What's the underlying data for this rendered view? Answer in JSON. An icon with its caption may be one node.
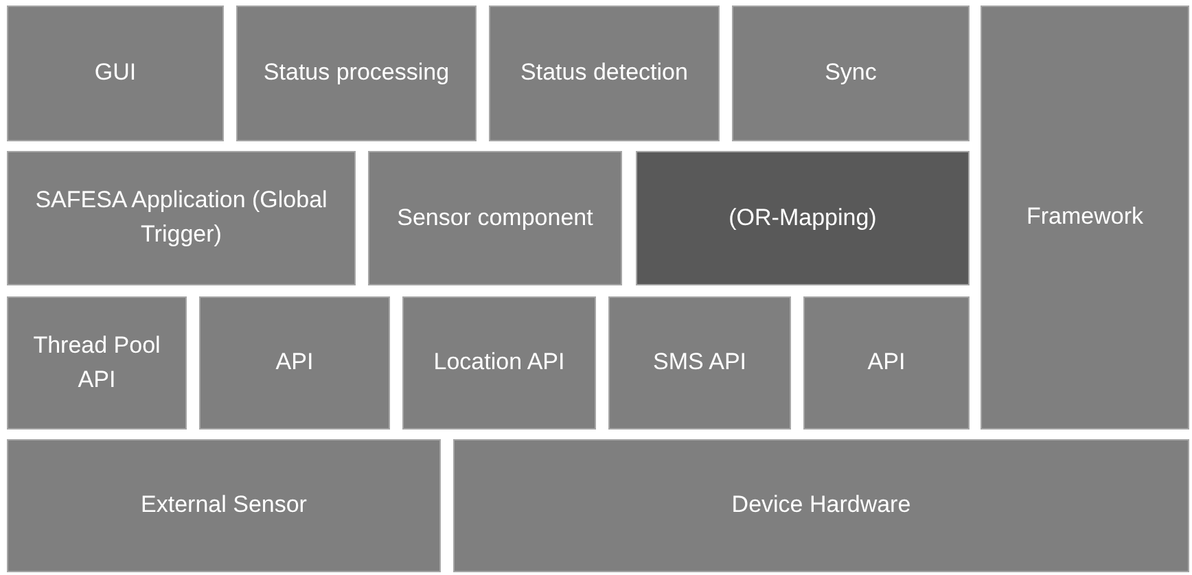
{
  "diagram": {
    "nodes": [
      {
        "text": [
          "GUI"
        ]
      },
      {
        "text": [
          "Status processing"
        ]
      },
      {
        "text": [
          "Status detection"
        ]
      },
      {
        "text": [
          "Sync"
        ]
      },
      {
        "text": [
          "Framework"
        ]
      },
      {
        "text": [
          "SAFESA Application (Global Trigger)"
        ]
      },
      {
        "text": [
          "Sensor component"
        ]
      },
      {
        "text": [
          "(OR-Mapping)"
        ]
      },
      {
        "text": [
          "Thread Pool API"
        ]
      },
      {
        "text": [
          "API"
        ]
      },
      {
        "text": [
          "Location API"
        ]
      },
      {
        "text": [
          "SMS API"
        ]
      },
      {
        "text": [
          "API"
        ]
      },
      {
        "text": [
          "External Sensor"
        ]
      },
      {
        "text": [
          "Device Hardware"
        ]
      }
    ]
  }
}
